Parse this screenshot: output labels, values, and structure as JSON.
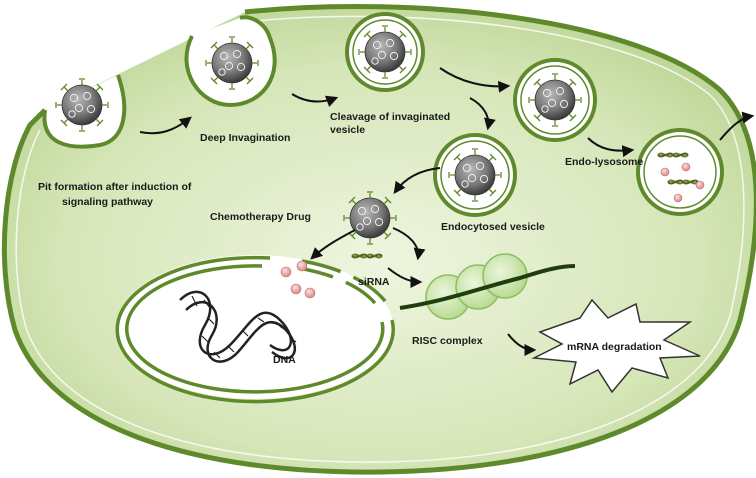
{
  "labels": {
    "pit_formation_line1": "Pit formation after induction of",
    "pit_formation_line2": "signaling pathway",
    "deep_invagination": "Deep Invagination",
    "cleavage_line1": "Cleavage of invaginated",
    "cleavage_line2": "vesicle",
    "endo_lysosome": "Endo-lysosome",
    "endocytosed_vesicle": "Endocytosed vesicle",
    "chemotherapy_drug": "Chemotherapy Drug",
    "sirna": "siRNA",
    "dna": "DNA",
    "risc_complex": "RISC complex",
    "mrna_degradation": "mRNA degradation"
  },
  "colors": {
    "cell_fill": "#d6e6b8",
    "membrane": "#5f8a2c",
    "vesicle_fill": "#e9f2d6",
    "nanoparticle": "#7a7a7a",
    "drug_particle": "#e8a0a0",
    "risc": "#cfe8b0",
    "nucleus_fill": "#ffffff"
  }
}
